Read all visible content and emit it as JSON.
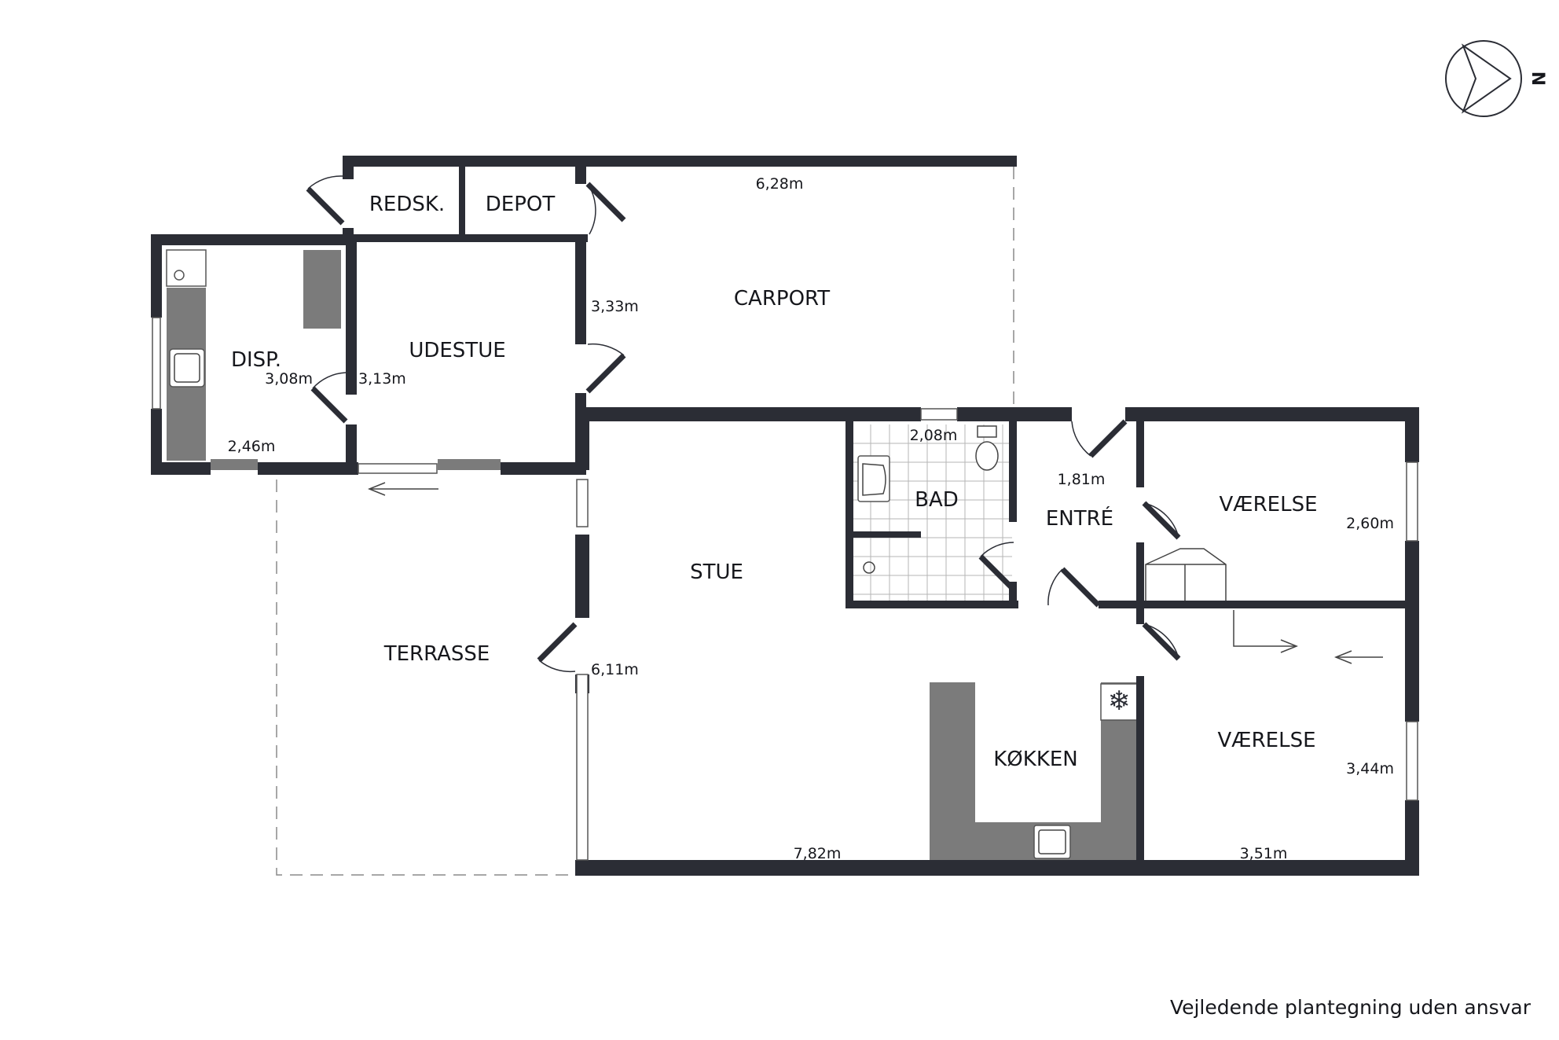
{
  "rooms": {
    "redsk": "REDSK.",
    "depot": "DEPOT",
    "carport": "CARPORT",
    "disp": "DISP.",
    "udestue": "UDESTUE",
    "bad": "BAD",
    "entre": "ENTRÉ",
    "vaerelse1": "VÆRELSE",
    "vaerelse2": "VÆRELSE",
    "stue": "STUE",
    "terrasse": "TERRASSE",
    "kokken": "KØKKEN"
  },
  "dimensions": {
    "carport_width": "6,28m",
    "carport_depth": "3,33m",
    "disp_depth": "3,08m",
    "udestue_depth": "3,13m",
    "disp_width": "2,46m",
    "bad_width": "2,08m",
    "entre_width": "1,81m",
    "vaerelse1_depth": "2,60m",
    "stue_depth": "6,11m",
    "stue_width": "7,82m",
    "vaerelse2_depth": "3,44m",
    "vaerelse2_width": "3,51m"
  },
  "compass": {
    "label": "N"
  },
  "disclaimer": "Vejledende plantegning uden ansvar",
  "colors": {
    "wall": "#2b2d35",
    "fixture": "#7b7b7b"
  }
}
